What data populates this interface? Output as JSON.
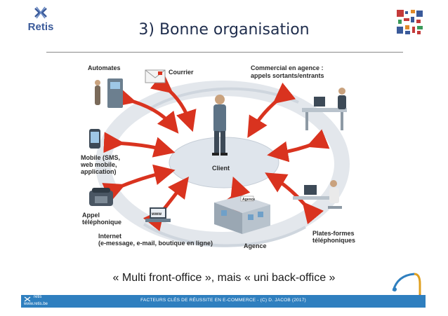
{
  "slide": {
    "logo_text": "Retis",
    "title": "3) Bonne organisation",
    "subtitle": "« Multi front-office », mais « uni back-office »"
  },
  "diagram": {
    "center": "Client",
    "channels": {
      "automates": "Automates",
      "courrier": "Courrier",
      "commercial_line1": "Commercial en agence :",
      "commercial_line2": "appels sortants/entrants",
      "mobile_line1": "Mobile (SMS,",
      "mobile_line2": "web mobile,",
      "mobile_line3": "application)",
      "appel_line1": "Appel",
      "appel_line2": "téléphonique",
      "internet_line1": "Internet",
      "internet_line2": "(e-message, e-mail, boutique en ligne)",
      "agence": "Agence",
      "plates_line1": "Plates-formes",
      "plates_line2": "téléphoniques",
      "agence_sign": "Agence",
      "www": "www"
    }
  },
  "footer": {
    "brand": "retis",
    "url": "www.retis.be",
    "text": "FACTEURS CLÉS DE RÉUSSITE EN E-COMMERCE - (C) D. JACOB (2017)"
  },
  "colors": {
    "title": "#1f2d4d",
    "footer_bg": "#2f7fbf",
    "arrow_red": "#d9331f",
    "platform": "#dfe5ec"
  }
}
